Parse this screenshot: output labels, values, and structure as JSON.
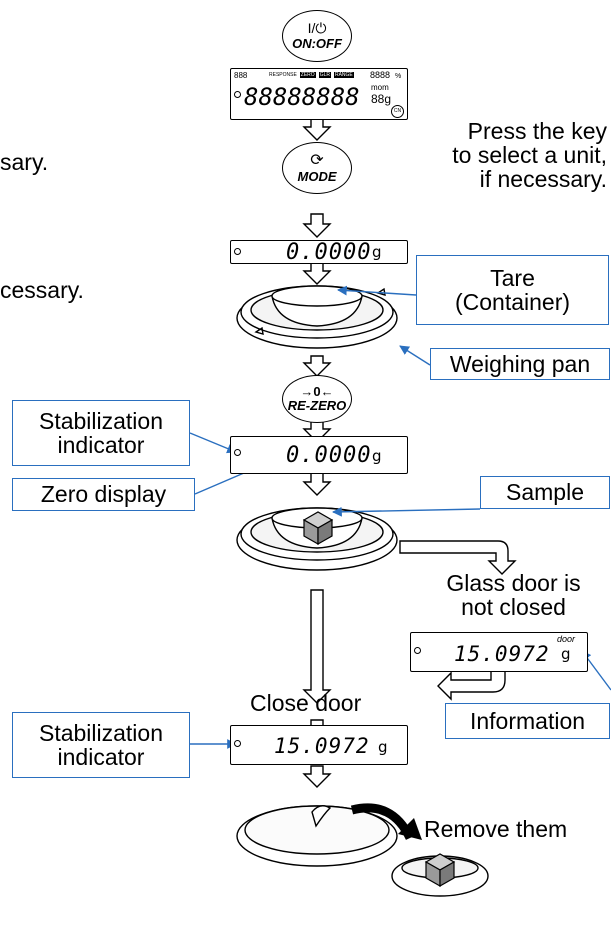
{
  "left_fragments": {
    "first": "sary.",
    "second": "cessary."
  },
  "keys": {
    "onoff": {
      "symbol": "I/⏻",
      "label": "ON:OFF"
    },
    "mode": {
      "symbol": "⟳",
      "label": "MODE"
    },
    "rezero": {
      "symbol": "→0←",
      "label": "RE-ZERO"
    }
  },
  "lcd_full": {
    "left_small": "888",
    "labels": [
      "RESPONSE",
      "ZERO",
      "GLR",
      "RANGE"
    ],
    "digits": "88888888",
    "right_small": "8888",
    "percent": "%",
    "mom": "mom",
    "unit_block": "88g",
    "cal_mark": "CN"
  },
  "mode_instruction": [
    "Press the key",
    "to select a unit,",
    "if necessary."
  ],
  "displays": {
    "zero1": {
      "value": "0.0000",
      "unit": "g"
    },
    "zero2": {
      "value": "0.0000",
      "unit": "g"
    },
    "door": {
      "value": "15.0972",
      "unit": "g",
      "flag": "door"
    },
    "final": {
      "value": "15.0972",
      "unit": "g"
    }
  },
  "callouts": {
    "tare": [
      "Tare",
      "(Container)"
    ],
    "weighing_pan": "Weighing pan",
    "stabilization_1": [
      "Stabilization",
      "indicator"
    ],
    "zero_display": "Zero display",
    "sample": "Sample",
    "information": "Information",
    "stabilization_2": [
      "Stabilization",
      "indicator"
    ]
  },
  "texts": {
    "glass_door": [
      "Glass door is",
      "not closed"
    ],
    "close_door": "Close door",
    "remove": "Remove them"
  },
  "colors": {
    "callout_border": "#2a6fbf",
    "arrow_blue": "#2a6fbf",
    "sample_gray": "#8a8a8a"
  }
}
